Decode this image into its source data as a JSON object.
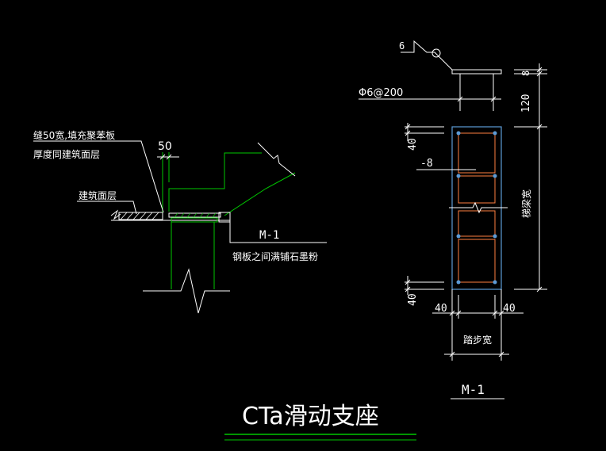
{
  "left_detail": {
    "label_gap": "缝50宽,填充聚苯板",
    "label_gap_2": "厚度同建筑面层",
    "dim_50": "50",
    "label_finish": "建筑面层",
    "label_plate": "M-1",
    "label_graphite": "钢板之间满铺石墨粉"
  },
  "right_detail": {
    "weld_size": "6",
    "rebar": "Φ6@200",
    "dim_120": "120",
    "dim_8": "8",
    "dim_40_top": "40",
    "dim_40_bottom": "40",
    "plate_thk": "-8",
    "width_label": "梯梁宽",
    "dim_40_left": "40",
    "dim_40_right": "40",
    "step_width": "踏步宽",
    "plate_name": "M-1"
  },
  "title": "CTa滑动支座",
  "colors": {
    "background": "#000000",
    "lines": "#ffffff",
    "green": "#00c800",
    "orange": "#ff8040",
    "blue": "#5c9bd6",
    "yellow": "#c8c800"
  }
}
